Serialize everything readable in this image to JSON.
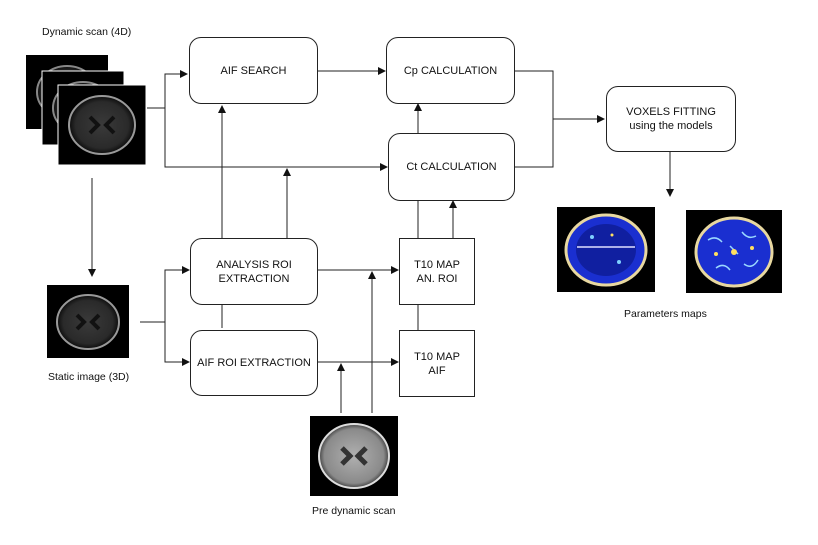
{
  "labels": {
    "dynamic_scan": "Dynamic scan (4D)",
    "static_image": "Static image (3D)",
    "pre_dynamic": "Pre dynamic scan",
    "parameters_maps": "Parameters maps"
  },
  "boxes": {
    "aif_search": "AIF SEARCH",
    "cp_calc": "Cp CALCULATION",
    "ct_calc": "Ct CALCULATION",
    "voxels_fitting_1": "VOXELS FITTING",
    "voxels_fitting_2": "using the models",
    "analysis_roi_1": "ANALYSIS ROI",
    "analysis_roi_2": "EXTRACTION",
    "aif_roi": "AIF ROI EXTRACTION",
    "t10_an_1": "T10 MAP",
    "t10_an_2": "AN. ROI",
    "t10_aif_1": "T10 MAP",
    "t10_aif_2": "AIF"
  },
  "colors": {
    "stroke": "#222222",
    "map_blue": "#1a2fd0",
    "map_dark_blue": "#0a1680"
  }
}
